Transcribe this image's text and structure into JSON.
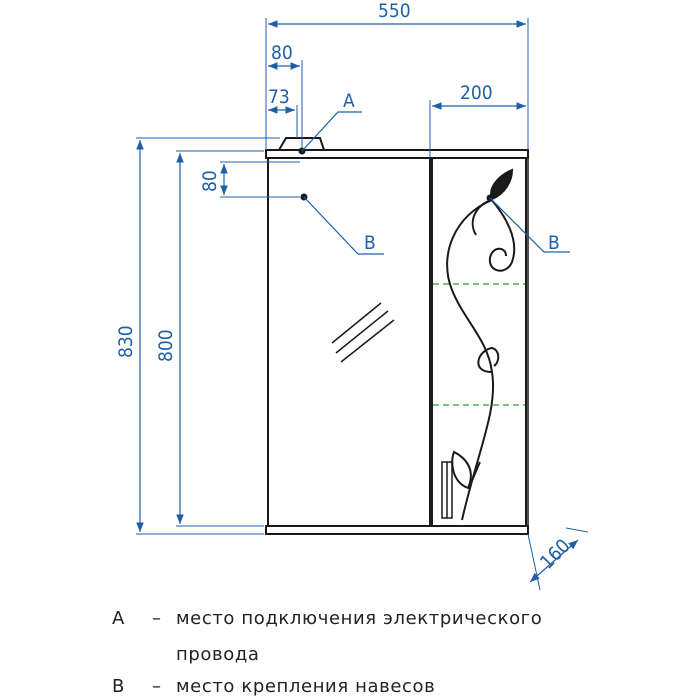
{
  "dimensions": {
    "total_width": "550",
    "offset_outer": "80",
    "offset_inner": "73",
    "cabinet_width": "200",
    "wire_drop": "80",
    "total_height": "830",
    "body_height": "800",
    "depth": "160"
  },
  "callouts": {
    "a_marker": "A",
    "b_marker_left": "B",
    "b_marker_right": "B"
  },
  "legend": {
    "a_key": "A",
    "a_text_line1": "место подключения электрического",
    "a_text_line2": "провода",
    "b_key": "B",
    "b_text": "место крепления навесов",
    "separator": "–"
  },
  "colors": {
    "outline": "#1a1a1a",
    "dimension": "#1f5fa8",
    "shelf": "#4caf50"
  }
}
